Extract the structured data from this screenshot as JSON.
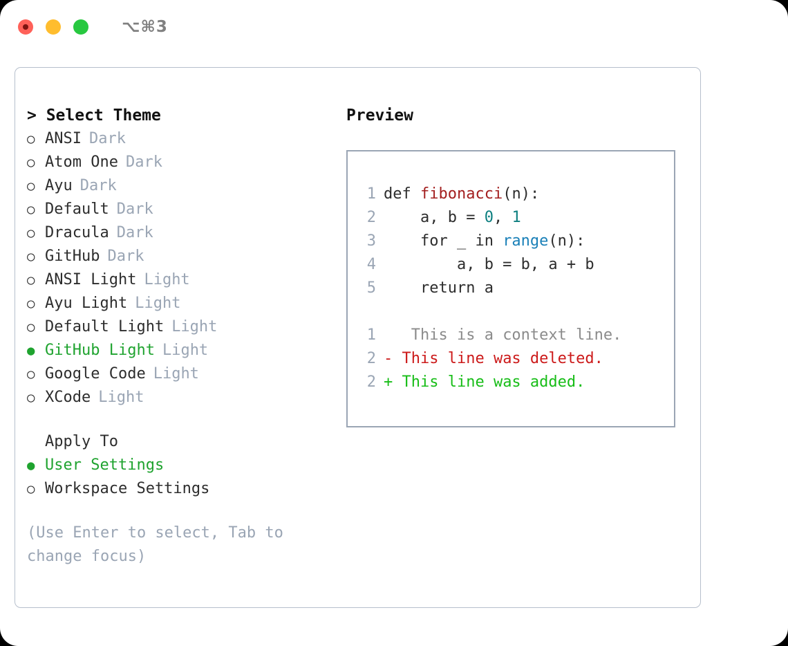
{
  "titlebar": {
    "shortcut": "⌥⌘3",
    "buttons": [
      {
        "name": "close",
        "color": "#ff6159"
      },
      {
        "name": "minimize",
        "color": "#ffbd2e"
      },
      {
        "name": "maximize",
        "color": "#28c840"
      }
    ]
  },
  "left": {
    "header": "> Select Theme",
    "marker_unselected": "○",
    "marker_selected": "●",
    "themes": [
      {
        "name": "ANSI",
        "tag": "Dark",
        "selected": false
      },
      {
        "name": "Atom One",
        "tag": "Dark",
        "selected": false
      },
      {
        "name": "Ayu",
        "tag": "Dark",
        "selected": false
      },
      {
        "name": "Default",
        "tag": "Dark",
        "selected": false
      },
      {
        "name": "Dracula",
        "tag": "Dark",
        "selected": false
      },
      {
        "name": "GitHub",
        "tag": "Dark",
        "selected": false
      },
      {
        "name": "ANSI Light",
        "tag": "Light",
        "selected": false
      },
      {
        "name": "Ayu Light",
        "tag": "Light",
        "selected": false
      },
      {
        "name": "Default Light",
        "tag": "Light",
        "selected": false
      },
      {
        "name": "GitHub Light",
        "tag": "Light",
        "selected": true
      },
      {
        "name": "Google Code",
        "tag": "Light",
        "selected": false
      },
      {
        "name": "XCode",
        "tag": "Light",
        "selected": false
      }
    ],
    "apply_to": {
      "title": "Apply To",
      "options": [
        {
          "name": "User Settings",
          "selected": true
        },
        {
          "name": "Workspace Settings",
          "selected": false
        }
      ]
    },
    "hint": "(Use Enter to select, Tab to change focus)"
  },
  "right": {
    "title": "Preview",
    "code": [
      {
        "lineno": "1",
        "tokens": [
          {
            "t": "def ",
            "k": "plain"
          },
          {
            "t": "fibonacci",
            "k": "fn"
          },
          {
            "t": "(n):",
            "k": "plain"
          }
        ]
      },
      {
        "lineno": "2",
        "tokens": [
          {
            "t": "    a, b = ",
            "k": "plain"
          },
          {
            "t": "0",
            "k": "num"
          },
          {
            "t": ", ",
            "k": "plain"
          },
          {
            "t": "1",
            "k": "num"
          }
        ]
      },
      {
        "lineno": "3",
        "tokens": [
          {
            "t": "    for _ in ",
            "k": "plain"
          },
          {
            "t": "range",
            "k": "call"
          },
          {
            "t": "(n):",
            "k": "plain"
          }
        ]
      },
      {
        "lineno": "4",
        "tokens": [
          {
            "t": "        a, b = b, a + b",
            "k": "plain"
          }
        ]
      },
      {
        "lineno": "5",
        "tokens": [
          {
            "t": "    return a",
            "k": "plain"
          }
        ]
      }
    ],
    "diff": [
      {
        "lineno": "1",
        "marker": " ",
        "text": "  This is a context line.",
        "kind": "context"
      },
      {
        "lineno": "2",
        "marker": "-",
        "text": " This line was deleted.",
        "kind": "deleted"
      },
      {
        "lineno": "2",
        "marker": "+",
        "text": " This line was added.",
        "kind": "added"
      }
    ]
  },
  "colors": {
    "accent_green": "#1fa32f",
    "muted": "#9aa5b4",
    "text": "#2d2d2d",
    "diff_add": "#17bd17",
    "diff_del": "#cc1a1a",
    "code_fn": "#a31f1f",
    "code_num": "#0d7f80",
    "code_call": "#1a80b8"
  }
}
